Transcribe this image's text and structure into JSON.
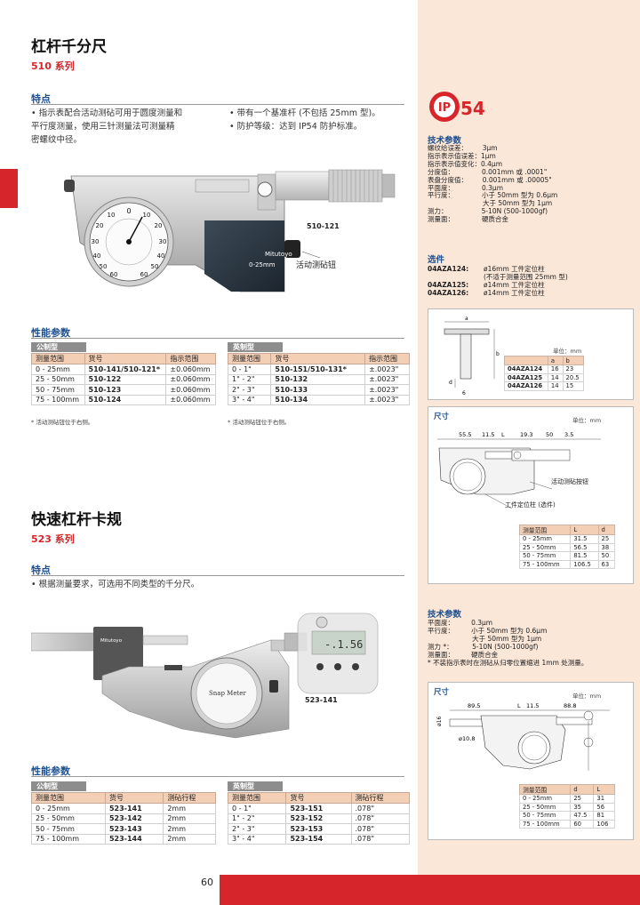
{
  "product1": {
    "title": "杠杆千分尺",
    "series": "510 系列",
    "features_heading": "特点",
    "features_left": [
      "• 指示表配合活动测砧可用于圆度测量和",
      "  平行度测量，使用三针测量法可测量精",
      "  密螺纹中径。"
    ],
    "features_right": [
      "• 带有一个基准杆 (不包括 25mm 型)。",
      "• 防护等级：达到 IP54 防护标准。"
    ],
    "model_label": "510-121",
    "callout": "活动测砧钮",
    "performance_heading": "性能参数",
    "metric": {
      "label": "公制型",
      "headers": [
        "测量范围",
        "货号",
        "指示范围"
      ],
      "rows": [
        [
          "0 - 25mm",
          "510-141/510-121*",
          "±0.060mm"
        ],
        [
          "25 - 50mm",
          "510-122",
          "±0.060mm"
        ],
        [
          "50 - 75mm",
          "510-123",
          "±0.060mm"
        ],
        [
          "75 - 100mm",
          "510-124",
          "±0.060mm"
        ]
      ],
      "note": "* 活动测砧钮位于右侧。"
    },
    "inch": {
      "label": "英制型",
      "headers": [
        "测量范围",
        "货号",
        "指示范围"
      ],
      "rows": [
        [
          "0 - 1\"",
          "510-151/510-131*",
          "±.0023\""
        ],
        [
          "1\" - 2\"",
          "510-132",
          "±.0023\""
        ],
        [
          "2\" - 3\"",
          "510-133",
          "±.0023\""
        ],
        [
          "3\" - 4\"",
          "510-134",
          "±.0023\""
        ]
      ],
      "note": "* 活动测砧钮位于右侧。"
    }
  },
  "product2": {
    "title": "快速杠杆卡规",
    "series": "523 系列",
    "features_heading": "特点",
    "features": [
      "• 根据测量要求，可选用不同类型的千分尺。"
    ],
    "model_label": "523-141",
    "performance_heading": "性能参数",
    "metric": {
      "label": "公制型",
      "headers": [
        "测量范围",
        "货号",
        "测砧行程"
      ],
      "rows": [
        [
          "0 - 25mm",
          "523-141",
          "2mm"
        ],
        [
          "25 - 50mm",
          "523-142",
          "2mm"
        ],
        [
          "50 - 75mm",
          "523-143",
          "2mm"
        ],
        [
          "75 - 100mm",
          "523-144",
          "2mm"
        ]
      ]
    },
    "inch": {
      "label": "英制型",
      "headers": [
        "测量范围",
        "货号",
        "测砧行程"
      ],
      "rows": [
        [
          "0 - 1\"",
          "523-151",
          ".078\""
        ],
        [
          "1\" - 2\"",
          "523-152",
          ".078\""
        ],
        [
          "2\" - 3\"",
          "523-153",
          ".078\""
        ],
        [
          "3\" - 4\"",
          "523-154",
          ".078\""
        ]
      ]
    }
  },
  "sidebar1": {
    "ip_badge": "54",
    "ip_prefix": "IP",
    "tech_heading": "技术参数",
    "tech_lines": "螺纹给误差：       3μm\n指示表示值误差：1μm\n指示表示值变化：0.4μm\n分度值：             0.001mm 或 .0001\"\n表盘分度值：       0.001mm 或 .00005\"\n平面度：             0.3μm\n平行度：             小于 50mm 型为 0.6μm\n                          大于 50mm 型为 1μm\n测力：                5-10N (500-1000gf)\n测量面：             硬质合金",
    "options_heading": "选件",
    "options": [
      {
        "code": "04AZA124:",
        "desc": "ø16mm 工件定位柱"
      },
      {
        "code": "",
        "desc": "(不适于测量范围 25mm 型)"
      },
      {
        "code": "04AZA125:",
        "desc": "ø14mm 工件定位柱"
      },
      {
        "code": "04AZA126:",
        "desc": "ø14mm 工件定位柱"
      }
    ],
    "diagram_unit": "单位：mm",
    "diagram_labels": {
      "a": "a",
      "b": "b",
      "d": "d",
      "six": "6"
    },
    "options_table": {
      "headers": [
        "",
        "a",
        "b"
      ],
      "rows": [
        [
          "04AZA124",
          "16",
          "23"
        ],
        [
          "04AZA125",
          "14",
          "20.5"
        ],
        [
          "04AZA126",
          "14",
          "15"
        ]
      ]
    },
    "dim_heading": "尺寸",
    "dim_unit": "单位：mm",
    "dim_values": [
      "55.5",
      "11.5",
      "L",
      "19.3",
      "50",
      "3.5"
    ],
    "dim_callout1": "活动测砧按钮",
    "dim_callout2": "工件定位柱 (选件)",
    "dim_table": {
      "headers": [
        "测量范围",
        "L",
        "d"
      ],
      "rows": [
        [
          "0 - 25mm",
          "31.5",
          "25"
        ],
        [
          "25 - 50mm",
          "56.5",
          "38"
        ],
        [
          "50 - 75mm",
          "81.5",
          "50"
        ],
        [
          "75 - 100mm",
          "106.5",
          "63"
        ]
      ]
    }
  },
  "sidebar2": {
    "tech_heading": "技术参数",
    "tech_lines": "平面度：        0.3μm\n平行度：        小于 50mm 型为 0.6μm\n                     大于 50mm 型为 1μm\n测力 *：         5-10N (500-1000gf)\n测量面：        硬质合金\n* 不装指示表时在测砧从归零位置缩进 1mm 处测量。",
    "dim_heading": "尺寸",
    "dim_unit": "单位：mm",
    "dim_values": [
      "89.5",
      "L",
      "11.5",
      "88.8",
      "ø16",
      "ø10.8"
    ],
    "dim_table": {
      "headers": [
        "测量范围",
        "d",
        "L"
      ],
      "rows": [
        [
          "0 - 25mm",
          "25",
          "31"
        ],
        [
          "25 - 50mm",
          "35",
          "56"
        ],
        [
          "50 - 75mm",
          "47.5",
          "81"
        ],
        [
          "75 - 100mm",
          "60",
          "106"
        ]
      ]
    }
  },
  "dial1": {
    "numbers": [
      "0",
      "10",
      "20",
      "30",
      "40",
      "50",
      "60",
      "10",
      "20",
      "30",
      "40",
      "50",
      "60"
    ],
    "maker": "Mitutoyo",
    "range": "0-25mm"
  },
  "device2": {
    "maker": "Mitutoyo",
    "readout": "-.1.56",
    "face": "Snap Meter"
  },
  "page_number": "60"
}
